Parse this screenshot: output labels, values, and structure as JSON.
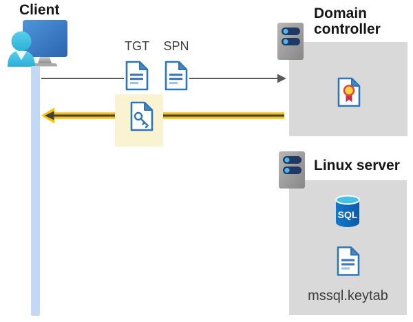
{
  "client": {
    "label": "Client"
  },
  "flow": {
    "tgt_label": "TGT",
    "spn_label": "SPN"
  },
  "domain_controller": {
    "label": "Domain controller"
  },
  "linux_server": {
    "label": "Linux server",
    "sql_icon_text": "SQL",
    "keytab_label": "mssql.keytab"
  },
  "icons": {
    "client": "client-workstation-icon (monitor + user)",
    "server": "server-icon (gray tower, two navy bays with blue leds)",
    "tgt": "document-icon",
    "spn": "document-icon",
    "ticket": "key-document-icon",
    "certificate": "certificate-document-icon",
    "sql": "sql-database-cylinder-icon",
    "keytab": "document-icon"
  },
  "colors": {
    "accent_yellow": "#FFC000",
    "arrow_core_dark": "#3F3F3F",
    "arrow_gray": "#595959",
    "doc_blue": "#2E75B6",
    "panel_gray": "#D9D9D9",
    "highlight_yellow": "#FAF3D2",
    "client_bar_blue": "#C1D9F5",
    "server_slot_navy": "#1F3864",
    "sql_blue": "#0C64B5"
  }
}
